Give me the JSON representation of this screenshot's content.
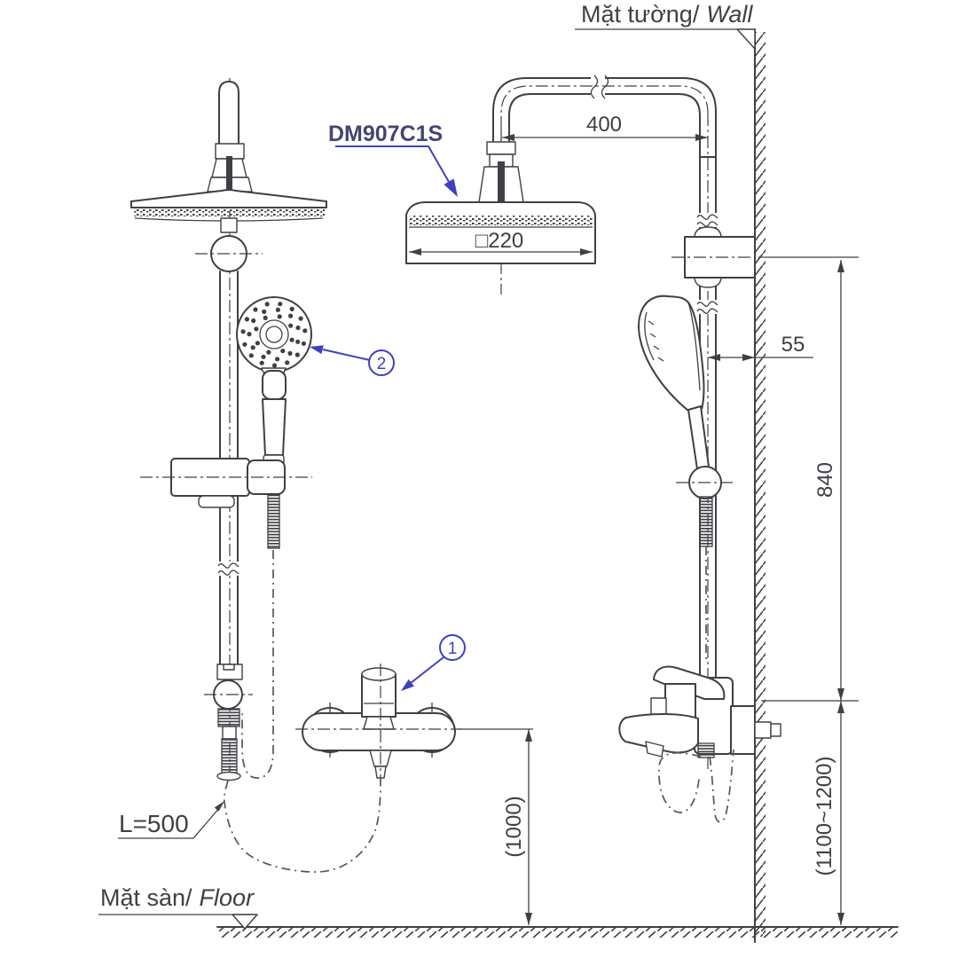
{
  "diagram": {
    "title_model": "DM907C1S",
    "labels": {
      "wall_vi": "Mặt tường/",
      "wall_en": "Wall",
      "floor_vi": "Mặt sàn/",
      "floor_en": "Floor"
    },
    "dimensions": {
      "arm_reach": "400",
      "head_width": "□220",
      "wall_offset": "55",
      "upper_height": "840",
      "hose_drop": "(1000)",
      "mixer_height": "(1100~1200)",
      "hose_length": "L=500"
    },
    "callouts": {
      "mixer_number": "1",
      "handshower_number": "2"
    },
    "colors": {
      "line": "#3f4046",
      "annotation": "#4040c0",
      "model-text": "#45456e",
      "hose": "#55565c"
    }
  }
}
